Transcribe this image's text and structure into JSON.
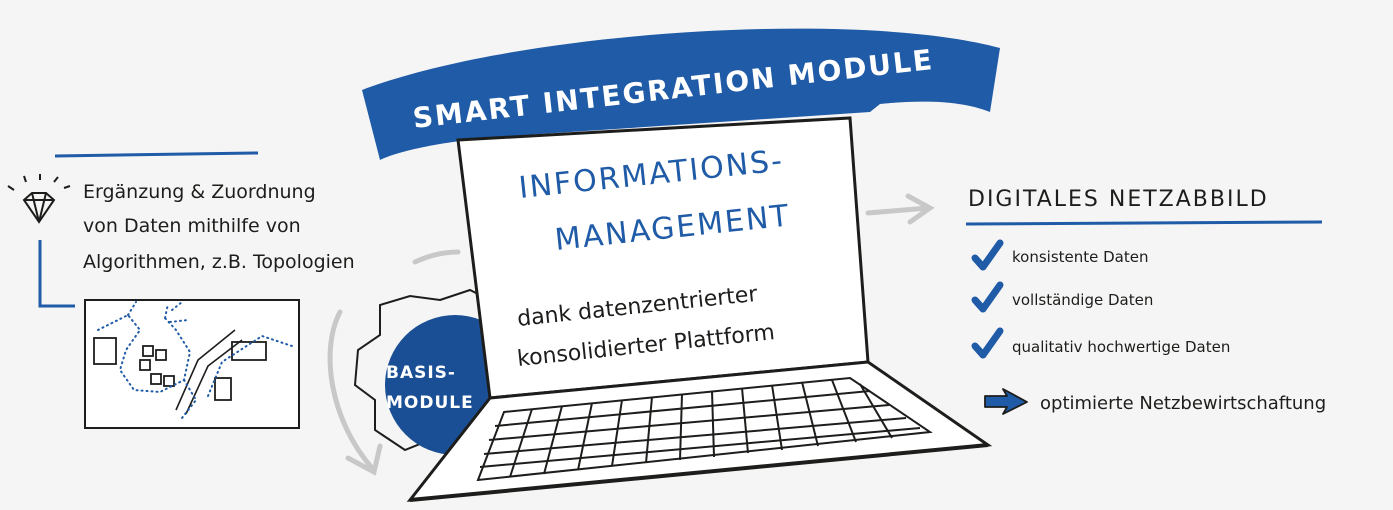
{
  "colors": {
    "brand_blue": "#1f5ba6",
    "dark_blue": "#1a4f95",
    "ink": "#1d1d1b",
    "arrow_grey": "#c8c8c8",
    "background": "#f5f5f5",
    "check_blue": "#1f5ba6"
  },
  "banner": {
    "title": "SMART INTEGRATION MODULE"
  },
  "screen": {
    "title_line1": "INFORMATIONS-",
    "title_line2": "MANAGEMENT",
    "sub_line1": "dank datenzentrierter",
    "sub_line2": "konsolidierter Plattform"
  },
  "gear": {
    "line1": "BASIS-",
    "line2": "MODULE",
    "icon": "gear-icon"
  },
  "left": {
    "icon": "diamond-icon",
    "line1": "Ergänzung & Zuordnung",
    "line2": "von Daten mithilfe von",
    "line3": "Algorithmen, z.B. Topologien",
    "map_icon": "network-map-icon"
  },
  "right": {
    "title": "DIGITALES NETZABBILD",
    "items": [
      {
        "label": "konsistente Daten",
        "icon": "check-icon"
      },
      {
        "label": "vollständige Daten",
        "icon": "check-icon"
      },
      {
        "label": "qualitativ hochwertige Daten",
        "icon": "check-icon"
      }
    ],
    "result": {
      "label": "optimierte Netzbewirtschaftung",
      "icon": "arrow-right-icon"
    }
  }
}
